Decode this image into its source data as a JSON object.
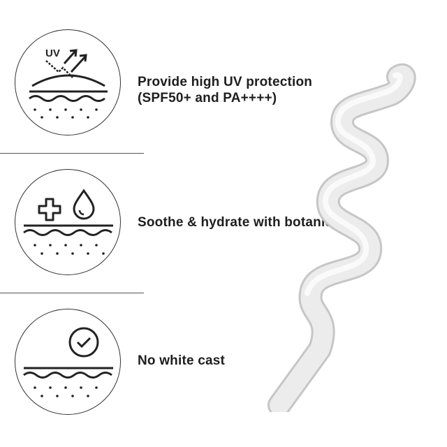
{
  "features": [
    {
      "line1": "Provide high UV protection",
      "line2": "(SPF50+ and PA++++)",
      "icon": "uv-protection-icon"
    },
    {
      "line1": "Soothe & hydrate with botanicals",
      "icon": "soothe-hydrate-icon"
    },
    {
      "line1": "No white cast",
      "icon": "no-white-cast-icon"
    }
  ],
  "uv_label": "UV",
  "colors": {
    "icon": "#222222",
    "cream": "#f2f2f2",
    "cream_shadow": "#c8c8c8"
  }
}
